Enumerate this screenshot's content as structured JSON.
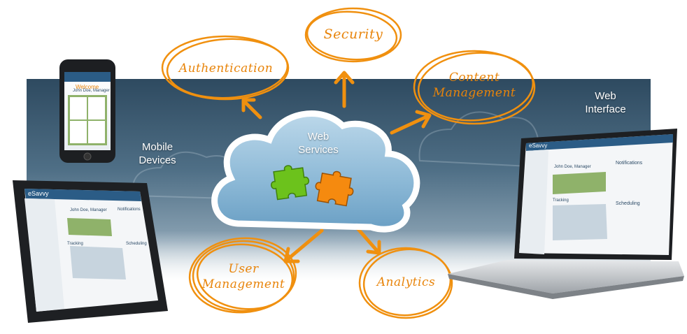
{
  "cloud": {
    "label": "Web\nServices"
  },
  "devices": {
    "mobile_label": "Mobile\nDevices",
    "web_label": "Web\nInterface",
    "phone_greeting": "Welcome",
    "phone_user": "John Doe, Manager",
    "tablet_brand": "eSavvy",
    "tablet_user": "John Doe, Manager",
    "tablet_notifications": "Notifications",
    "tablet_tracking": "Tracking",
    "tablet_scheduling": "Scheduling",
    "laptop_brand": "eSavvy",
    "laptop_user": "John Doe, Manager",
    "laptop_notifications": "Notifications",
    "laptop_tracking": "Tracking",
    "laptop_scheduling": "Scheduling"
  },
  "features": {
    "authentication": "Authentication",
    "security": "Security",
    "content_management": "Content\nManagement",
    "user_management": "User\nManagement",
    "analytics": "Analytics"
  },
  "colors": {
    "accent_orange": "#f0900f",
    "puzzle_green": "#6cc21c",
    "puzzle_orange": "#f58a0f",
    "cloud_blue": "#7fb1d3",
    "banner_dark": "#2e4a60"
  }
}
